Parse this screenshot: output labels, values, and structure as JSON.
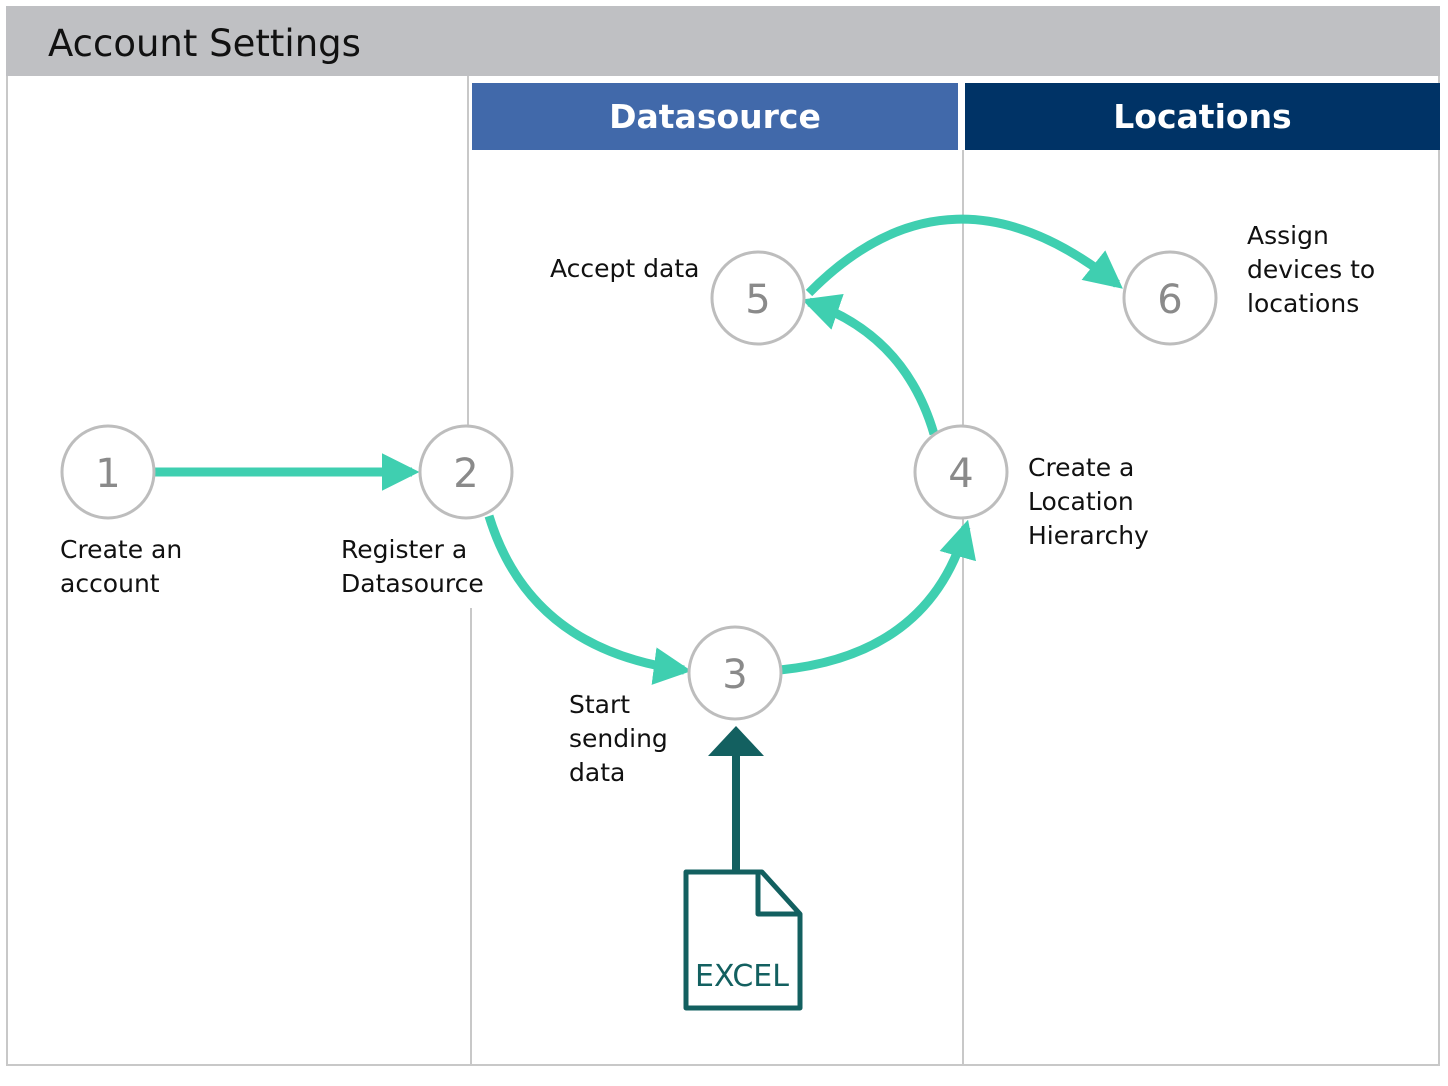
{
  "header": {
    "title": "Account Settings"
  },
  "lanes": {
    "datasource": "Datasource",
    "locations": "Locations"
  },
  "steps": [
    {
      "num": "1",
      "label": "Create an\naccount"
    },
    {
      "num": "2",
      "label": "Register a\nDatasource"
    },
    {
      "num": "3",
      "label": "Start\nsending\ndata"
    },
    {
      "num": "4",
      "label": "Create a\nLocation\nHierarchy"
    },
    {
      "num": "5",
      "label": "Accept data"
    },
    {
      "num": "6",
      "label": "Assign\ndevices to\nlocations"
    }
  ],
  "file": {
    "label": "EXCEL"
  },
  "colors": {
    "arrow": "#3fcfb0",
    "file": "#136060",
    "circle": "#bdbdbd",
    "number": "#8a8a8a"
  }
}
